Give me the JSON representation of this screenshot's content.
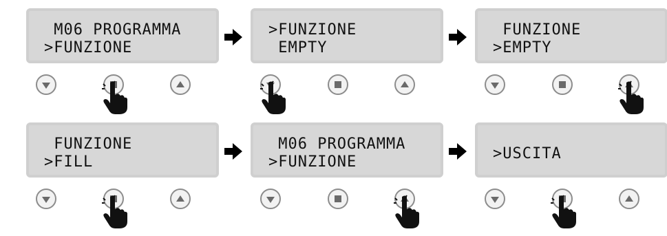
{
  "steps": [
    {
      "line1": " M06 PROGRAMMA",
      "line2": ">FUNZIONE",
      "pressed": "ok"
    },
    {
      "line1": ">FUNZIONE",
      "line2": " EMPTY",
      "pressed": "down"
    },
    {
      "line1": " FUNZIONE",
      "line2": ">EMPTY",
      "pressed": "up"
    },
    {
      "line1": " FUNZIONE",
      "line2": ">FILL",
      "pressed": "ok"
    },
    {
      "line1": " M06 PROGRAMMA",
      "line2": ">FUNZIONE",
      "pressed": "up"
    },
    {
      "line1": "",
      "line2": ">USCITA",
      "pressed": "ok"
    }
  ],
  "colors": {
    "lcd_bg": "#d7d7d7",
    "lcd_border": "#cfcfcf",
    "button_border": "#8c8c8c",
    "icon": "#111111"
  },
  "icons": {
    "button_down": "triangle-down",
    "button_ok": "square",
    "button_up": "triangle-up",
    "pointer": "hand-pointer",
    "arrow": "arrow-right"
  }
}
